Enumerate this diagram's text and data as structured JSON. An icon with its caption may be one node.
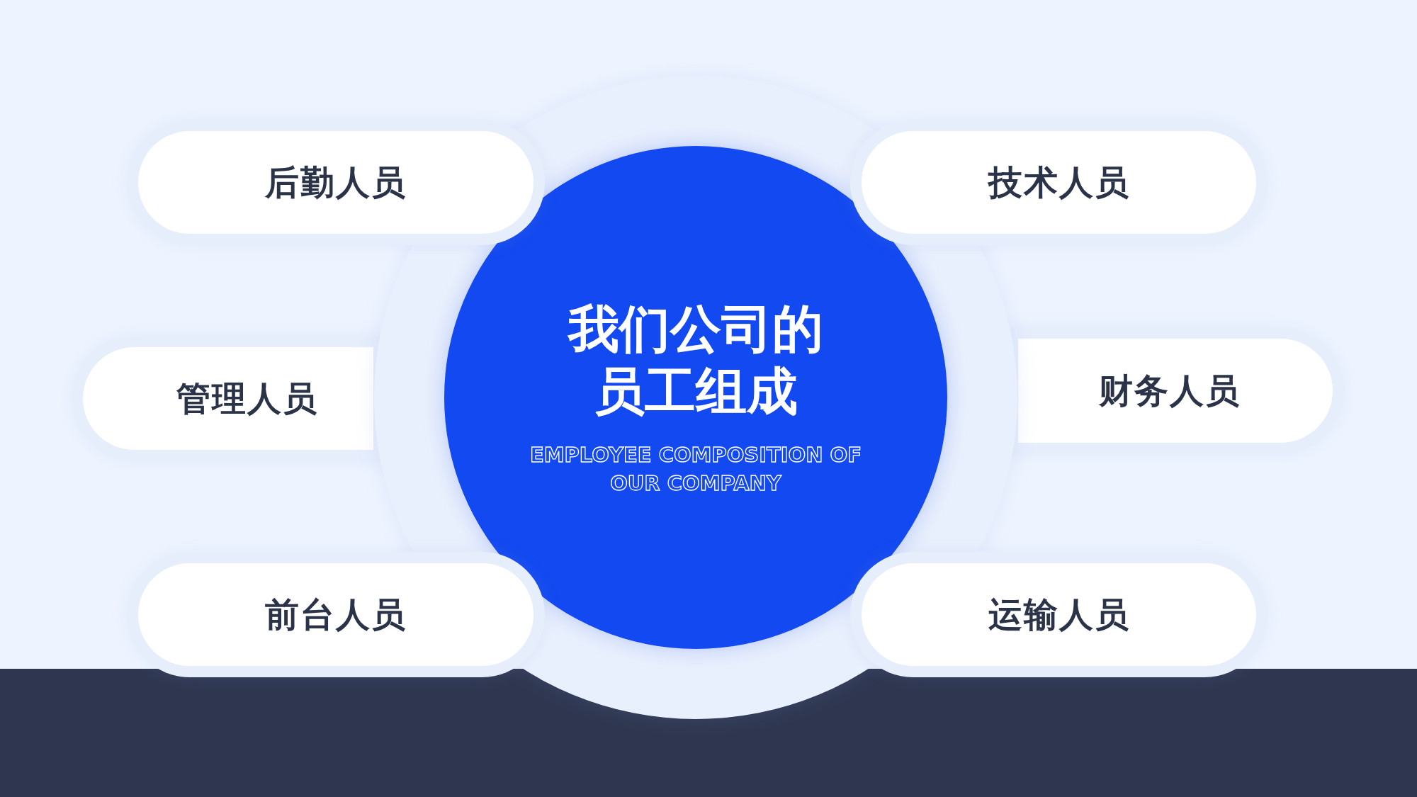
{
  "diagram": {
    "nodes": [
      {
        "text": [
          "我们公司的员工组成",
          "EMPLOYEE COMPOSITION OF OUR COMPANY"
        ]
      },
      {
        "text": [
          "后勤人员"
        ]
      },
      {
        "text": [
          "技术人员"
        ]
      },
      {
        "text": [
          "管理人员"
        ]
      },
      {
        "text": [
          "财务人员"
        ]
      },
      {
        "text": [
          "前台人员"
        ]
      },
      {
        "text": [
          "运输人员"
        ]
      }
    ]
  }
}
